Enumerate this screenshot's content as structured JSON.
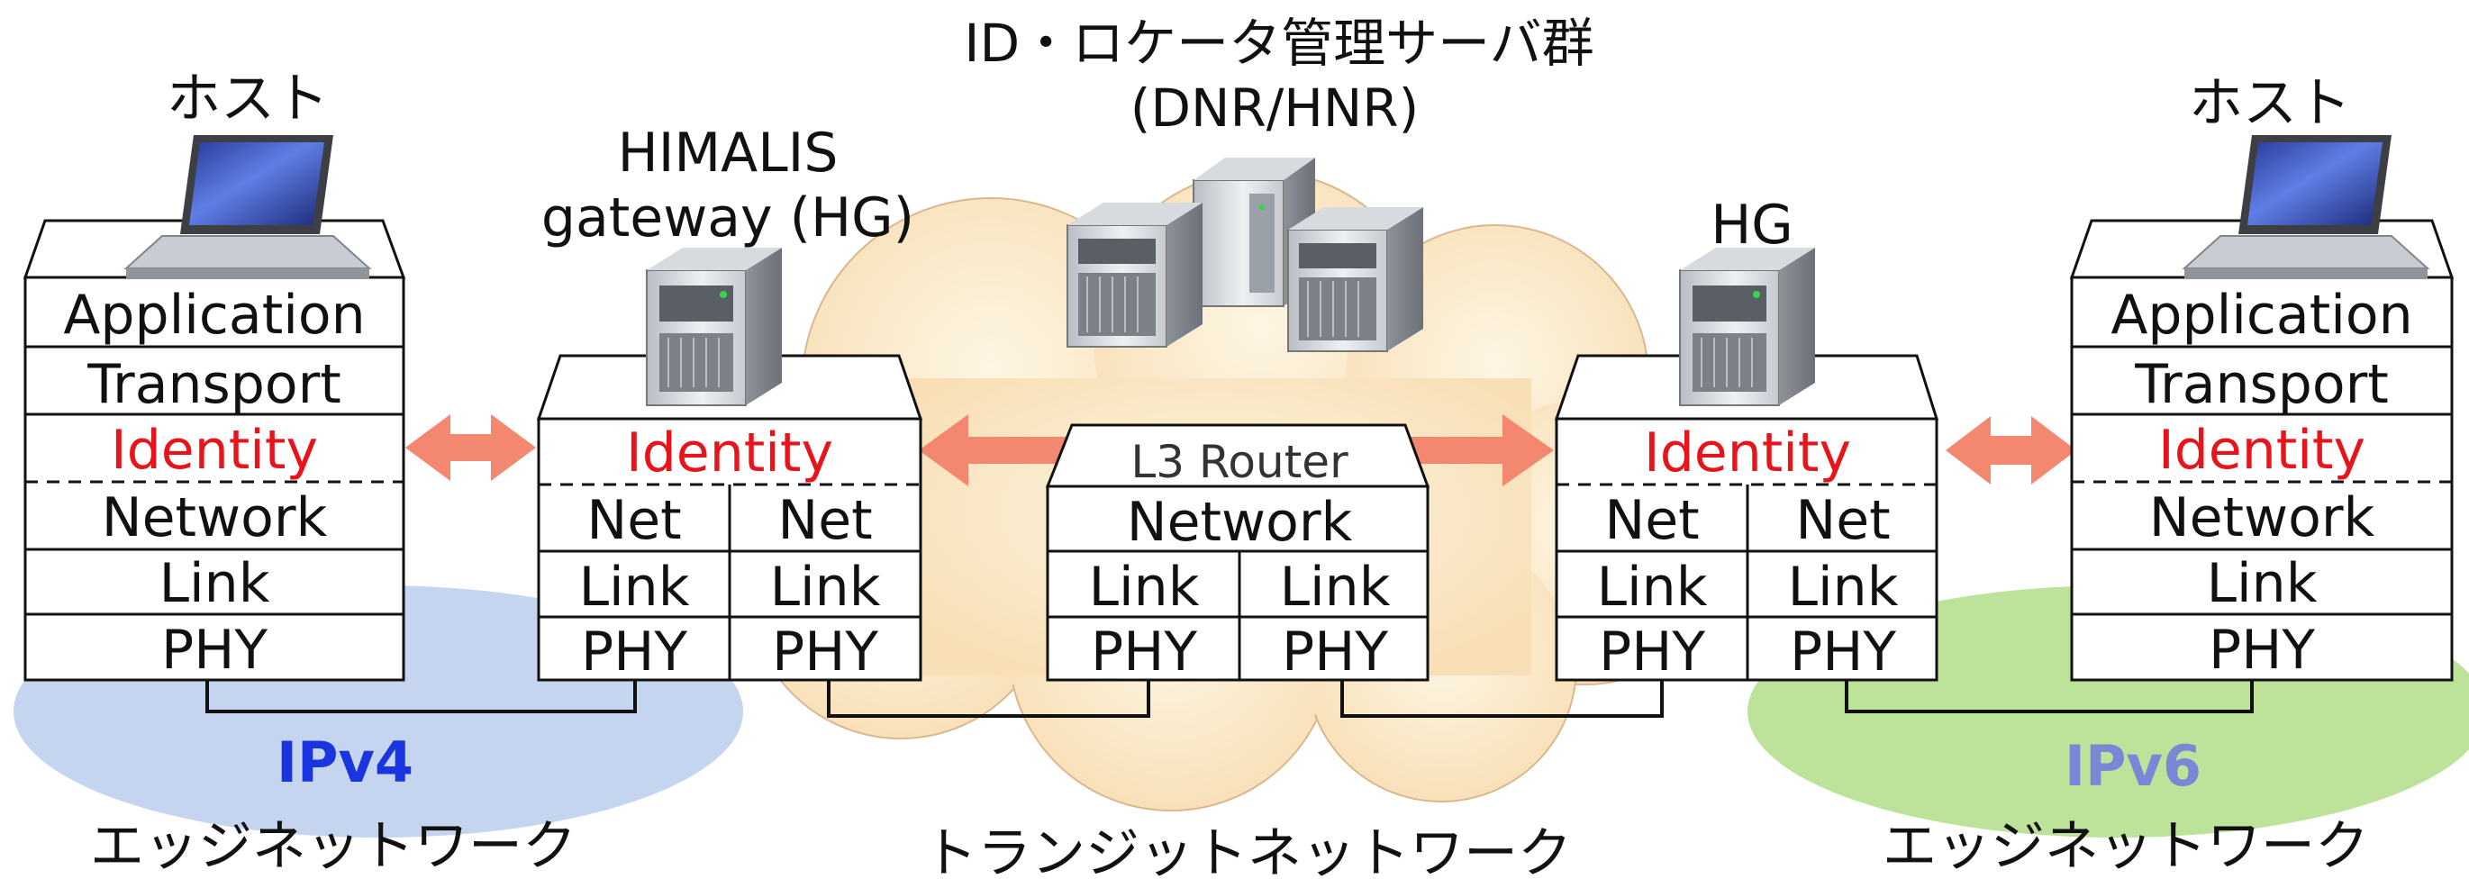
{
  "title": {
    "servers_line1": "ID・ロケータ管理サーバ群",
    "servers_line2": "(DNR/HNR)"
  },
  "left_host": {
    "label": "ホスト",
    "layers": [
      "Application",
      "Transport",
      "Identity",
      "Network",
      "Link",
      "PHY"
    ]
  },
  "left_gateway": {
    "label_line1": "HIMALIS",
    "label_line2": "gateway (HG)",
    "identity": "Identity",
    "net": "Net",
    "link": "Link",
    "phy": "PHY"
  },
  "router": {
    "label": "L3 Router",
    "network": "Network",
    "link": "Link",
    "phy": "PHY"
  },
  "right_gateway": {
    "label": "HG",
    "identity": "Identity",
    "net": "Net",
    "link": "Link",
    "phy": "PHY"
  },
  "right_host": {
    "label": "ホスト",
    "layers": [
      "Application",
      "Transport",
      "Identity",
      "Network",
      "Link",
      "PHY"
    ]
  },
  "networks": {
    "left_protocol": "IPv4",
    "left_caption": "エッジネットワーク",
    "transit_caption": "トランジットネットワーク",
    "right_protocol": "IPv6",
    "right_caption": "エッジネットワーク"
  },
  "colors": {
    "identity_text": "#e8141b",
    "ipv4_text": "#1a35e0",
    "ipv6_text": "#7a86d6",
    "arrow": "#f4876f",
    "ipv4_area": "#c5d5f0",
    "ipv6_area": "#bde39a",
    "cloud": "#fbe6c4"
  }
}
